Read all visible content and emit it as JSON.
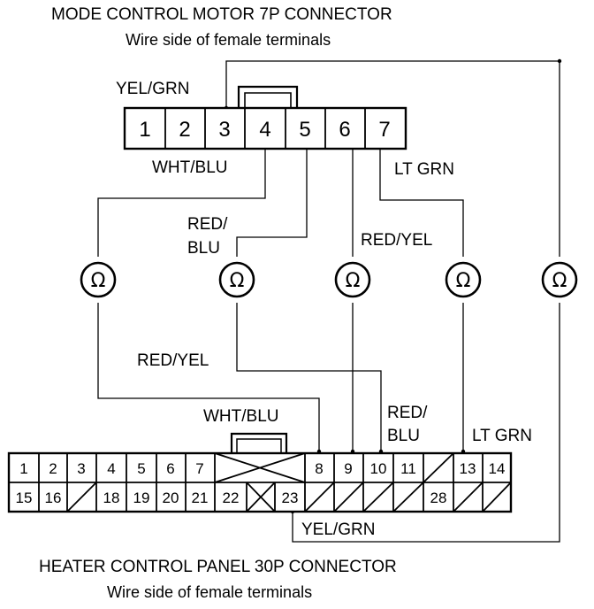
{
  "top_connector": {
    "title": "MODE CONTROL MOTOR 7P CONNECTOR",
    "subtitle": "Wire side of female terminals",
    "pins": [
      "1",
      "2",
      "3",
      "4",
      "5",
      "6",
      "7"
    ]
  },
  "bottom_connector": {
    "title": "HEATER CONTROL PANEL 30P CONNECTOR",
    "subtitle": "Wire side of female terminals",
    "row1": [
      "1",
      "2",
      "3",
      "4",
      "5",
      "6",
      "7",
      "",
      "8",
      "9",
      "10",
      "11",
      "",
      "13",
      "14"
    ],
    "row2": [
      "15",
      "16",
      "",
      "18",
      "19",
      "20",
      "21",
      "22",
      "",
      "23",
      "",
      "",
      "",
      "28",
      "",
      ""
    ]
  },
  "wire_labels": {
    "yel_grn_top": "YEL/GRN",
    "wht_blu_top": "WHT/BLU",
    "lt_grn_top": "LT GRN",
    "red_blu_top_1": "RED/",
    "red_blu_top_2": "BLU",
    "red_yel_top": "RED/YEL",
    "red_yel_bottom": "RED/YEL",
    "wht_blu_bottom": "WHT/BLU",
    "red_blu_bottom_1": "RED/",
    "red_blu_bottom_2": "BLU",
    "lt_grn_bottom": "LT GRN",
    "yel_grn_bottom": "YEL/GRN"
  },
  "meter_symbol": "Ω",
  "meters": [
    "ohmmeter-1",
    "ohmmeter-2",
    "ohmmeter-3",
    "ohmmeter-4",
    "ohmmeter-5"
  ]
}
